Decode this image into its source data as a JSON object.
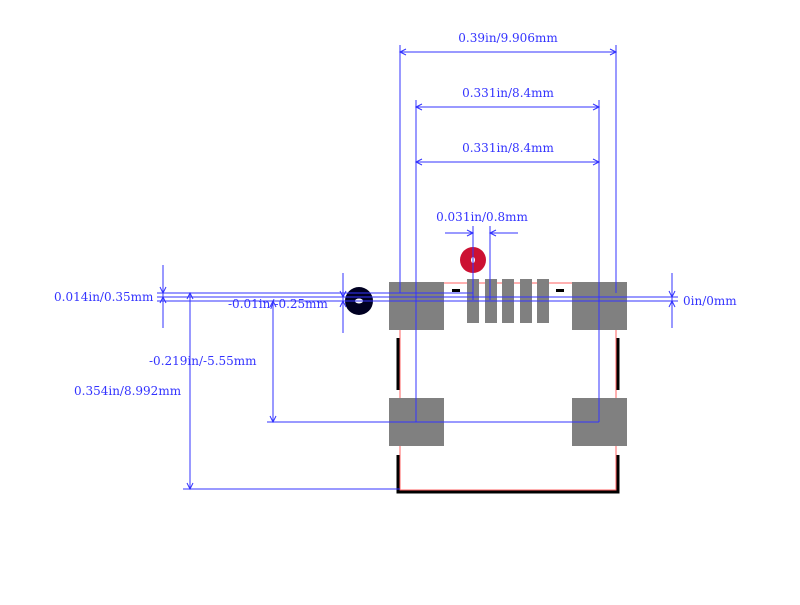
{
  "colors": {
    "dimension": "#3333ff",
    "pad": "#808080",
    "silkscreen": "#000000",
    "courtyard": "#ff6060",
    "pin1_marker": "#cc1133",
    "origin_marker": "#000022"
  },
  "dimensions": {
    "overall_width": "0.39in/9.906mm",
    "pad_span_1": "0.331in/8.4mm",
    "pad_span_2": "0.331in/8.4mm",
    "pin_pitch": "0.031in/0.8mm",
    "pin_offset": "0.014in/0.35mm",
    "center_offset": "-0.01in/-0.25mm",
    "origin_y": "0in/0mm",
    "rear_pad_offset": "-0.219in/-5.55mm",
    "overall_height": "0.354in/8.992mm"
  },
  "pins": {
    "signal_pin_count": 5
  }
}
